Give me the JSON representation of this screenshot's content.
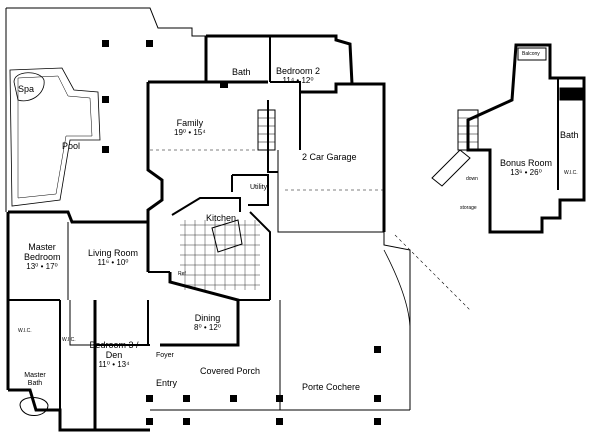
{
  "rooms": {
    "spa": "Spa",
    "pool": "Pool",
    "family": "Family",
    "family_dim": "19⁰ • 15⁴",
    "bath_upper": "Bath",
    "bedroom2": "Bedroom 2",
    "bedroom2_dim": "11⁴ • 12⁰",
    "garage": "2 Car Garage",
    "utility": "Utility",
    "kitchen": "Kitchen",
    "master_bedroom": "Master Bedroom",
    "master_bedroom_dim": "13⁰ • 17⁰",
    "living_room": "Living Room",
    "living_room_dim": "11⁶ • 10⁰",
    "dining": "Dining",
    "dining_dim": "8⁰ • 12⁰",
    "bedroom3": "Bedroom 3 / Den",
    "bedroom3_dim": "11⁰ • 13⁴",
    "foyer": "Foyer",
    "entry": "Entry",
    "covered_porch": "Covered Porch",
    "porte_cochere": "Porte Cochere",
    "master_bath": "Master Bath",
    "wic1": "W.I.C.",
    "wic2": "W.I.C.",
    "ref": "Ref",
    "balcony": "Balcony",
    "bonus_room": "Bonus Room",
    "bonus_room_dim": "13⁶ • 26⁰",
    "bath_bonus": "Bath",
    "wic_bonus": "W.I.C.",
    "down": "down",
    "storage": "storage"
  }
}
